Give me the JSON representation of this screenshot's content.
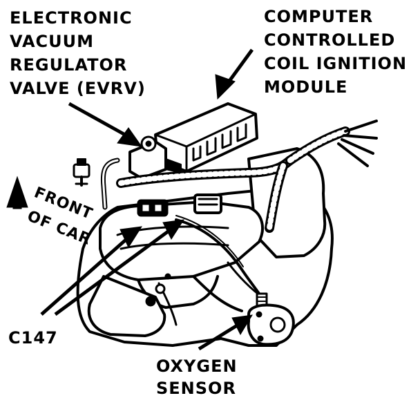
{
  "labels": {
    "evrv": [
      "ELECTRONIC",
      "VACUUM",
      "REGULATOR",
      "VALVE (EVRV)"
    ],
    "ccci": [
      "COMPUTER",
      "CONTROLLED",
      "COIL IGNITION",
      "MODULE"
    ],
    "front": [
      "FRONT",
      "OF CAR"
    ],
    "c147": "C147",
    "oxygen": [
      "OXYGEN",
      "SENSOR"
    ]
  },
  "colors": {
    "ink": "#000000",
    "paper": "#ffffff"
  }
}
